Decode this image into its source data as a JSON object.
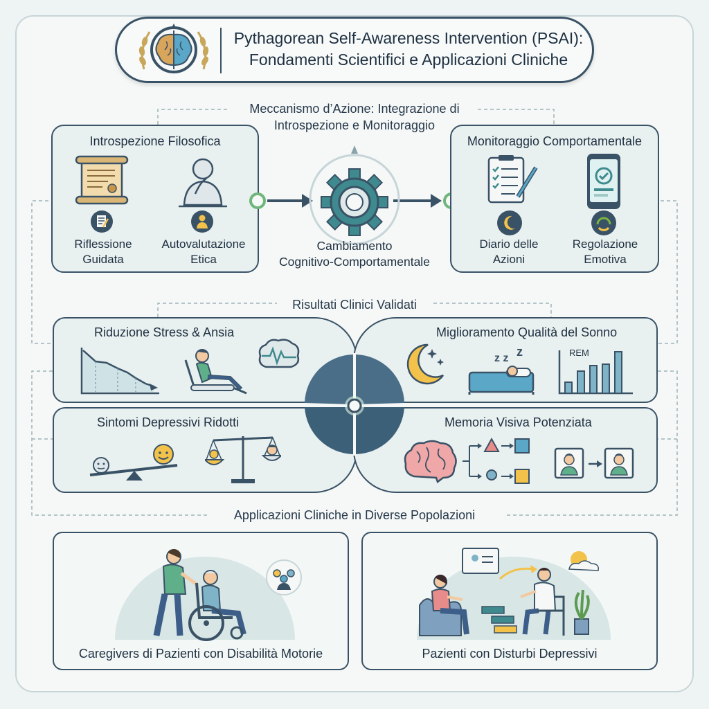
{
  "title": {
    "line1": "Pythagorean Self-Awareness Intervention (PSAI):",
    "line2": "Fondamenti Scientifici e Applicazioni Cliniche"
  },
  "mechanism": {
    "label_line1": "Meccanismo d’Azione: Integrazione di",
    "label_line2": "Introspezione e Monitoraggio",
    "left": {
      "title": "Introspezione Filosofica",
      "item1_line1": "Riflessione",
      "item1_line2": "Guidata",
      "item2_line1": "Autovalutazione",
      "item2_line2": "Etica"
    },
    "center": {
      "line1": "Cambiamento",
      "line2": "Cognitivo-Comportamentale"
    },
    "right": {
      "title": "Monitoraggio Comportamentale",
      "item1_line1": "Diario delle",
      "item1_line2": "Azioni",
      "item2_line1": "Regolazione",
      "item2_line2": "Emotiva"
    }
  },
  "results": {
    "label": "Risultati Clinici Validati",
    "stress": "Riduzione Stress & Ansia",
    "sleep": "Miglioramento Qualità del Sonno",
    "rem": "REM",
    "depression": "Sintomi Depressivi Ridotti",
    "memory": "Memoria Visiva Potenziata"
  },
  "applications": {
    "label": "Applicazioni Cliniche in Diverse Popolazioni",
    "left": "Caregivers di Pazienti con Disabilità Motorie",
    "right": "Pazienti con Disturbi Depressivi"
  },
  "colors": {
    "navy": "#3a5266",
    "teal": "#3f8a8e",
    "green": "#7cb342",
    "gold": "#f2c24b"
  }
}
